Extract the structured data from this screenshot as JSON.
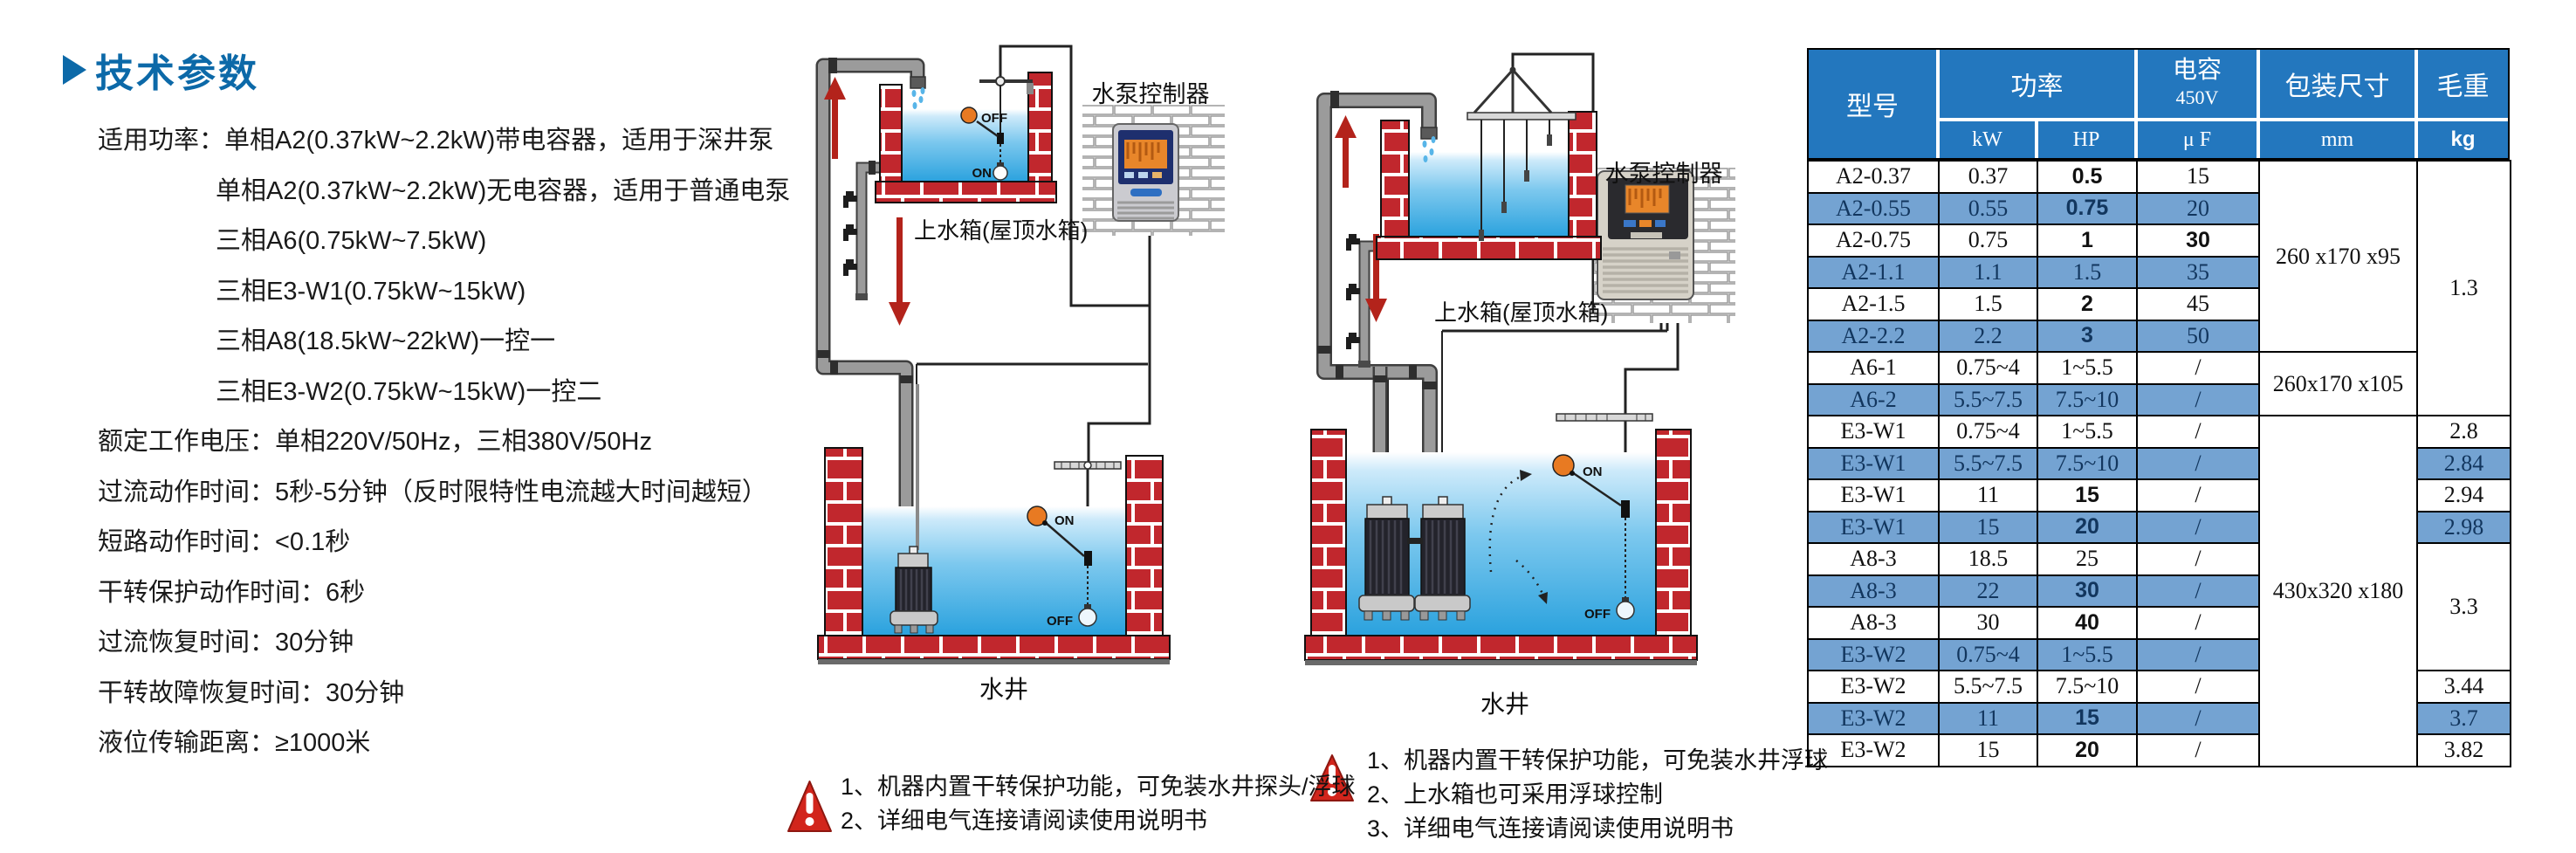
{
  "title": "技术参数",
  "specs": {
    "lines": [
      {
        "text": "适用功率：单相A2(0.37kW~2.2kW)带电容器，适用于深井泵",
        "indent": false
      },
      {
        "text": "单相A2(0.37kW~2.2kW)无电容器，适用于普通电泵",
        "indent": true
      },
      {
        "text": "三相A6(0.75kW~7.5kW)",
        "indent": true
      },
      {
        "text": "三相E3-W1(0.75kW~15kW)",
        "indent": true
      },
      {
        "text": "三相A8(18.5kW~22kW)一控一",
        "indent": true
      },
      {
        "text": "三相E3-W2(0.75kW~15kW)一控二",
        "indent": true
      },
      {
        "text": "额定工作电压：单相220V/50Hz，三相380V/50Hz",
        "indent": false
      },
      {
        "text": "过流动作时间：5秒-5分钟（反时限特性电流越大时间越短）",
        "indent": false
      },
      {
        "text": "短路动作时间：<0.1秒",
        "indent": false
      },
      {
        "text": "干转保护动作时间：6秒",
        "indent": false
      },
      {
        "text": "过流恢复时间：30分钟",
        "indent": false
      },
      {
        "text": "干转故障恢复时间：30分钟",
        "indent": false
      },
      {
        "text": "液位传输距离：≥1000米",
        "indent": false
      }
    ]
  },
  "float_labels": {
    "on": "ON",
    "off": "OFF"
  },
  "diagram1": {
    "tank_label": "上水箱(屋顶水箱)",
    "controller_label": "水泵控制器",
    "well_label": "水井",
    "notes": [
      "1、机器内置干转保护功能，可免装水井探头/浮球",
      "2、详细电气连接请阅读使用说明书"
    ]
  },
  "diagram2": {
    "tank_label": "上水箱(屋顶水箱)",
    "controller_label": "水泵控制器",
    "well_label": "水井",
    "notes": [
      "1、机器内置干转保护功能，可免装水井浮球",
      "2、上水箱也可采用浮球控制",
      "3、详细电气连接请阅读使用说明书"
    ]
  },
  "table": {
    "header": {
      "model": "型号",
      "power": "功率",
      "cap_line1": "电容",
      "cap_line2": "450V",
      "pkg": "包装尺寸",
      "weight": "毛重",
      "kw": "kW",
      "hp": "HP",
      "uf": "μ F",
      "mm": "mm",
      "kg": "kg"
    },
    "rows": [
      {
        "model": "A2-0.37",
        "kw": "0.37",
        "hp": "0.5",
        "hp_bold": true,
        "uf": "15"
      },
      {
        "model": "A2-0.55",
        "kw": "0.55",
        "hp": "0.75",
        "hp_bold": true,
        "uf": "20"
      },
      {
        "model": "A2-0.75",
        "kw": "0.75",
        "hp": "1",
        "hp_bold": true,
        "uf": "30",
        "uf_bold": true
      },
      {
        "model": "A2-1.1",
        "kw": "1.1",
        "hp": "1.5",
        "uf": "35"
      },
      {
        "model": "A2-1.5",
        "kw": "1.5",
        "hp": "2",
        "hp_bold": true,
        "uf": "45"
      },
      {
        "model": "A2-2.2",
        "kw": "2.2",
        "hp": "3",
        "hp_bold": true,
        "uf": "50"
      },
      {
        "model": "A6-1",
        "kw": "0.75~4",
        "hp": "1~5.5",
        "uf": "/"
      },
      {
        "model": "A6-2",
        "kw": "5.5~7.5",
        "hp": "7.5~10",
        "uf": "/"
      },
      {
        "model": "E3-W1",
        "kw": "0.75~4",
        "hp": "1~5.5",
        "uf": "/",
        "kg": "2.8"
      },
      {
        "model": "E3-W1",
        "kw": "5.5~7.5",
        "hp": "7.5~10",
        "uf": "/",
        "kg": "2.84"
      },
      {
        "model": "E3-W1",
        "kw": "11",
        "hp": "15",
        "hp_bold": true,
        "uf": "/",
        "kg": "2.94"
      },
      {
        "model": "E3-W1",
        "kw": "15",
        "hp": "20",
        "hp_bold": true,
        "uf": "/",
        "kg": "2.98"
      },
      {
        "model": "A8-3",
        "kw": "18.5",
        "hp": "25",
        "uf": "/"
      },
      {
        "model": "A8-3",
        "kw": "22",
        "hp": "30",
        "hp_bold": true,
        "uf": "/"
      },
      {
        "model": "A8-3",
        "kw": "30",
        "hp": "40",
        "hp_bold": true,
        "uf": "/"
      },
      {
        "model": "E3-W2",
        "kw": "0.75~4",
        "hp": "1~5.5",
        "uf": "/"
      },
      {
        "model": "E3-W2",
        "kw": "5.5~7.5",
        "hp": "7.5~10",
        "uf": "/",
        "kg": "3.44"
      },
      {
        "model": "E3-W2",
        "kw": "11",
        "hp": "15",
        "hp_bold": true,
        "uf": "/",
        "kg": "3.7"
      },
      {
        "model": "E3-W2",
        "kw": "15",
        "hp": "20",
        "hp_bold": true,
        "uf": "/",
        "kg": "3.82"
      }
    ],
    "merges": {
      "mm": [
        {
          "start": 0,
          "span": 6,
          "text": "260 x170 x95"
        },
        {
          "start": 6,
          "span": 2,
          "text": "260x170 x105"
        },
        {
          "start": 8,
          "span": 11,
          "text": "430x320 x180"
        }
      ],
      "kg": [
        {
          "start": 0,
          "span": 8,
          "text": "1.3"
        },
        {
          "start": 12,
          "span": 4,
          "text": "3.3"
        }
      ]
    },
    "colors": {
      "header_bg": "#2377BE",
      "stripe_bg": "#74A3D2",
      "title": "#0C69A8"
    }
  }
}
